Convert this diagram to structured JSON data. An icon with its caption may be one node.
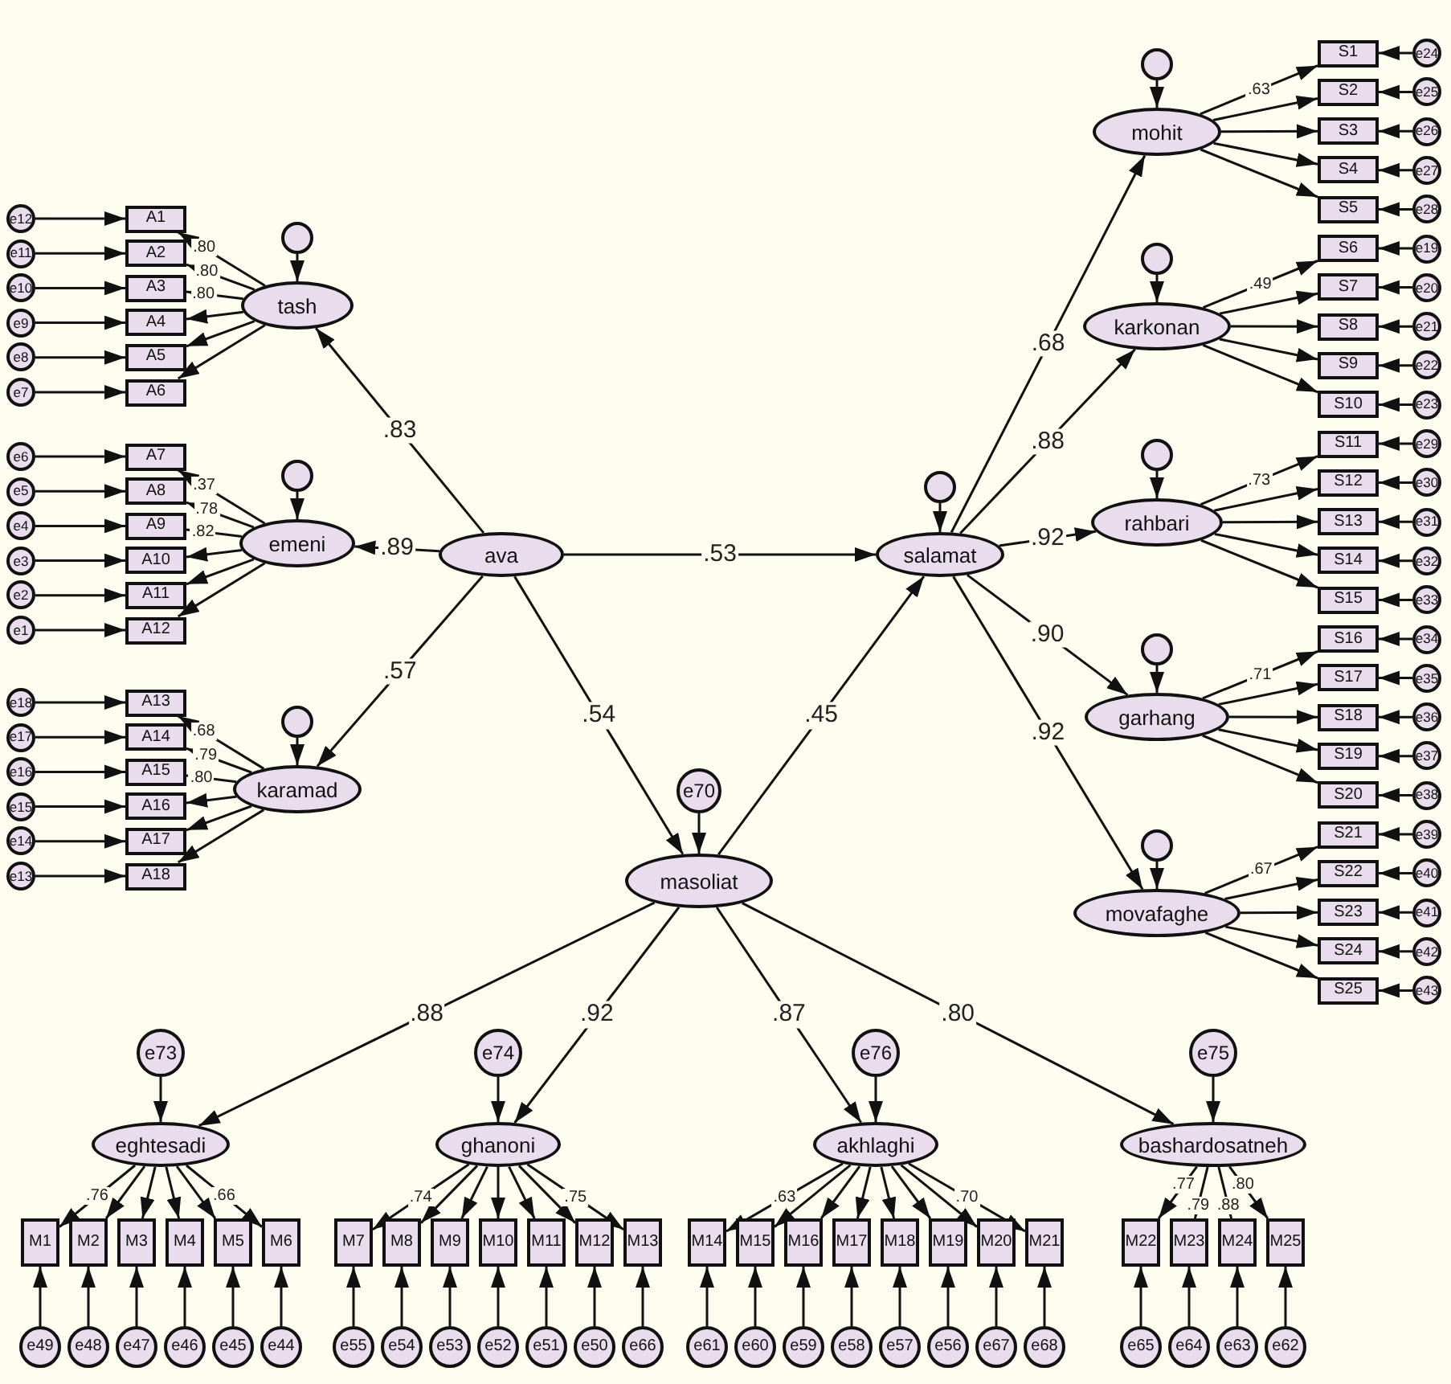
{
  "diagram": {
    "nodes": [
      {
        "text": [
          "tash"
        ]
      },
      {
        "text": [
          "emeni"
        ]
      },
      {
        "text": [
          "karamad"
        ]
      },
      {
        "text": [
          "ava"
        ]
      },
      {
        "text": [
          "salamat"
        ]
      },
      {
        "text": [
          "mohit"
        ]
      },
      {
        "text": [
          "karkonan"
        ]
      },
      {
        "text": [
          "rahbari"
        ]
      },
      {
        "text": [
          "garhang"
        ]
      },
      {
        "text": [
          "movafaghe"
        ]
      },
      {
        "text": [
          "masoliat"
        ]
      },
      {
        "text": [
          "e70"
        ]
      },
      {
        "text": [
          "eghtesadi"
        ]
      },
      {
        "text": [
          "ghanoni"
        ]
      },
      {
        "text": [
          "akhlaghi"
        ]
      },
      {
        "text": [
          "bashardosatneh"
        ]
      },
      {
        "text": [
          "e73"
        ]
      },
      {
        "text": [
          "e74"
        ]
      },
      {
        "text": [
          "e76"
        ]
      },
      {
        "text": [
          "e75"
        ]
      },
      {
        "text": [],
        "shape": "circle"
      },
      {
        "text": [],
        "shape": "circle"
      },
      {
        "text": [],
        "shape": "circle"
      },
      {
        "text": [],
        "shape": "circle"
      },
      {
        "text": [],
        "shape": "circle"
      },
      {
        "text": [],
        "shape": "circle"
      },
      {
        "text": [],
        "shape": "circle"
      },
      {
        "text": [],
        "shape": "circle"
      },
      {
        "text": [],
        "shape": "circle"
      },
      {
        "text": [
          "A1"
        ]
      },
      {
        "text": [
          "A2"
        ]
      },
      {
        "text": [
          "A3"
        ]
      },
      {
        "text": [
          "A4"
        ]
      },
      {
        "text": [
          "A5"
        ]
      },
      {
        "text": [
          "A6"
        ]
      },
      {
        "text": [
          "A7"
        ]
      },
      {
        "text": [
          "A8"
        ]
      },
      {
        "text": [
          "A9"
        ]
      },
      {
        "text": [
          "A10"
        ]
      },
      {
        "text": [
          "A11"
        ]
      },
      {
        "text": [
          "A12"
        ]
      },
      {
        "text": [
          "A13"
        ]
      },
      {
        "text": [
          "A14"
        ]
      },
      {
        "text": [
          "A15"
        ]
      },
      {
        "text": [
          "A16"
        ]
      },
      {
        "text": [
          "A17"
        ]
      },
      {
        "text": [
          "A18"
        ]
      },
      {
        "text": [
          "e12"
        ]
      },
      {
        "text": [
          "e11"
        ]
      },
      {
        "text": [
          "e10"
        ]
      },
      {
        "text": [
          "e9"
        ]
      },
      {
        "text": [
          "e8"
        ]
      },
      {
        "text": [
          "e7"
        ]
      },
      {
        "text": [
          "e6"
        ]
      },
      {
        "text": [
          "e5"
        ]
      },
      {
        "text": [
          "e4"
        ]
      },
      {
        "text": [
          "e3"
        ]
      },
      {
        "text": [
          "e2"
        ]
      },
      {
        "text": [
          "e1"
        ]
      },
      {
        "text": [
          "e18"
        ]
      },
      {
        "text": [
          "e17"
        ]
      },
      {
        "text": [
          "e16"
        ]
      },
      {
        "text": [
          "e15"
        ]
      },
      {
        "text": [
          "e14"
        ]
      },
      {
        "text": [
          "e13"
        ]
      },
      {
        "text": [
          "S1"
        ]
      },
      {
        "text": [
          "S2"
        ]
      },
      {
        "text": [
          "S3"
        ]
      },
      {
        "text": [
          "S4"
        ]
      },
      {
        "text": [
          "S5"
        ]
      },
      {
        "text": [
          "S6"
        ]
      },
      {
        "text": [
          "S7"
        ]
      },
      {
        "text": [
          "S8"
        ]
      },
      {
        "text": [
          "S9"
        ]
      },
      {
        "text": [
          "S10"
        ]
      },
      {
        "text": [
          "S11"
        ]
      },
      {
        "text": [
          "S12"
        ]
      },
      {
        "text": [
          "S13"
        ]
      },
      {
        "text": [
          "S14"
        ]
      },
      {
        "text": [
          "S15"
        ]
      },
      {
        "text": [
          "S16"
        ]
      },
      {
        "text": [
          "S17"
        ]
      },
      {
        "text": [
          "S18"
        ]
      },
      {
        "text": [
          "S19"
        ]
      },
      {
        "text": [
          "S20"
        ]
      },
      {
        "text": [
          "S21"
        ]
      },
      {
        "text": [
          "S22"
        ]
      },
      {
        "text": [
          "S23"
        ]
      },
      {
        "text": [
          "S24"
        ]
      },
      {
        "text": [
          "S25"
        ]
      },
      {
        "text": [
          "e24"
        ]
      },
      {
        "text": [
          "e25"
        ]
      },
      {
        "text": [
          "e26"
        ]
      },
      {
        "text": [
          "e27"
        ]
      },
      {
        "text": [
          "e28"
        ]
      },
      {
        "text": [
          "e19"
        ]
      },
      {
        "text": [
          "e20"
        ]
      },
      {
        "text": [
          "e21"
        ]
      },
      {
        "text": [
          "e22"
        ]
      },
      {
        "text": [
          "e23"
        ]
      },
      {
        "text": [
          "e29"
        ]
      },
      {
        "text": [
          "e30"
        ]
      },
      {
        "text": [
          "e31"
        ]
      },
      {
        "text": [
          "e32"
        ]
      },
      {
        "text": [
          "e33"
        ]
      },
      {
        "text": [
          "e34"
        ]
      },
      {
        "text": [
          "e35"
        ]
      },
      {
        "text": [
          "e36"
        ]
      },
      {
        "text": [
          "e37"
        ]
      },
      {
        "text": [
          "e38"
        ]
      },
      {
        "text": [
          "e39"
        ]
      },
      {
        "text": [
          "e40"
        ]
      },
      {
        "text": [
          "e41"
        ]
      },
      {
        "text": [
          "e42"
        ]
      },
      {
        "text": [
          "e43"
        ]
      },
      {
        "text": [
          "M1"
        ]
      },
      {
        "text": [
          "M2"
        ]
      },
      {
        "text": [
          "M3"
        ]
      },
      {
        "text": [
          "M4"
        ]
      },
      {
        "text": [
          "M5"
        ]
      },
      {
        "text": [
          "M6"
        ]
      },
      {
        "text": [
          "M7"
        ]
      },
      {
        "text": [
          "M8"
        ]
      },
      {
        "text": [
          "M9"
        ]
      },
      {
        "text": [
          "M10"
        ]
      },
      {
        "text": [
          "M11"
        ]
      },
      {
        "text": [
          "M12"
        ]
      },
      {
        "text": [
          "M13"
        ]
      },
      {
        "text": [
          "M14"
        ]
      },
      {
        "text": [
          "M15"
        ]
      },
      {
        "text": [
          "M16"
        ]
      },
      {
        "text": [
          "M17"
        ]
      },
      {
        "text": [
          "M18"
        ]
      },
      {
        "text": [
          "M19"
        ]
      },
      {
        "text": [
          "M20"
        ]
      },
      {
        "text": [
          "M21"
        ]
      },
      {
        "text": [
          "M22"
        ]
      },
      {
        "text": [
          "M23"
        ]
      },
      {
        "text": [
          "M24"
        ]
      },
      {
        "text": [
          "M25"
        ]
      },
      {
        "text": [
          "e49"
        ]
      },
      {
        "text": [
          "e48"
        ]
      },
      {
        "text": [
          "e47"
        ]
      },
      {
        "text": [
          "e46"
        ]
      },
      {
        "text": [
          "e45"
        ]
      },
      {
        "text": [
          "e44"
        ]
      },
      {
        "text": [
          "e55"
        ]
      },
      {
        "text": [
          "e54"
        ]
      },
      {
        "text": [
          "e53"
        ]
      },
      {
        "text": [
          "e52"
        ]
      },
      {
        "text": [
          "e51"
        ]
      },
      {
        "text": [
          "e50"
        ]
      },
      {
        "text": [
          "e66"
        ]
      },
      {
        "text": [
          "e61"
        ]
      },
      {
        "text": [
          "e60"
        ]
      },
      {
        "text": [
          "e59"
        ]
      },
      {
        "text": [
          "e58"
        ]
      },
      {
        "text": [
          "e57"
        ]
      },
      {
        "text": [
          "e56"
        ]
      },
      {
        "text": [
          "e67"
        ]
      },
      {
        "text": [
          "e68"
        ]
      },
      {
        "text": [
          "e65"
        ]
      },
      {
        "text": [
          "e64"
        ]
      },
      {
        "text": [
          "e63"
        ]
      },
      {
        "text": [
          "e62"
        ]
      }
    ],
    "edges": [
      {
        "from": 3,
        "to": 0,
        "arrow": "to",
        "label": ".83"
      },
      {
        "from": 3,
        "to": 1,
        "arrow": "to",
        "label": ".89"
      },
      {
        "from": 3,
        "to": 2,
        "arrow": "to",
        "label": ".57"
      },
      {
        "from": 3,
        "to": 4,
        "arrow": "to",
        "label": ".53"
      },
      {
        "from": 3,
        "to": 10,
        "arrow": "to",
        "label": ".54"
      },
      {
        "from": 10,
        "to": 4,
        "arrow": "to",
        "label": ".45"
      },
      {
        "from": 4,
        "to": 5,
        "arrow": "to",
        "label": ".68"
      },
      {
        "from": 4,
        "to": 6,
        "arrow": "to",
        "label": ".88"
      },
      {
        "from": 4,
        "to": 7,
        "arrow": "to",
        "label": ".92"
      },
      {
        "from": 4,
        "to": 8,
        "arrow": "to",
        "label": ".90"
      },
      {
        "from": 4,
        "to": 9,
        "arrow": "to",
        "label": ".92"
      },
      {
        "from": 10,
        "to": 12,
        "arrow": "to",
        "label": ".88"
      },
      {
        "from": 10,
        "to": 13,
        "arrow": "to",
        "label": ".92"
      },
      {
        "from": 10,
        "to": 14,
        "arrow": "to",
        "label": ".87"
      },
      {
        "from": 10,
        "to": 15,
        "arrow": "to",
        "label": ".80"
      },
      {
        "from": 11,
        "to": 10,
        "arrow": "to"
      },
      {
        "from": 16,
        "to": 12,
        "arrow": "to"
      },
      {
        "from": 17,
        "to": 13,
        "arrow": "to"
      },
      {
        "from": 18,
        "to": 14,
        "arrow": "to"
      },
      {
        "from": 19,
        "to": 15,
        "arrow": "to"
      },
      {
        "from": 20,
        "to": 0,
        "arrow": "to"
      },
      {
        "from": 21,
        "to": 1,
        "arrow": "to"
      },
      {
        "from": 22,
        "to": 2,
        "arrow": "to"
      },
      {
        "from": 23,
        "to": 4,
        "arrow": "to"
      },
      {
        "from": 24,
        "to": 5,
        "arrow": "to"
      },
      {
        "from": 25,
        "to": 6,
        "arrow": "to"
      },
      {
        "from": 26,
        "to": 7,
        "arrow": "to"
      },
      {
        "from": 27,
        "to": 8,
        "arrow": "to"
      },
      {
        "from": 28,
        "to": 9,
        "arrow": "to"
      },
      {
        "from": 0,
        "to": 29,
        "arrow": "to",
        "label": ".80"
      },
      {
        "from": 0,
        "to": 30,
        "arrow": "to",
        "label": ".80"
      },
      {
        "from": 0,
        "to": 31,
        "arrow": "to",
        "label": ".80"
      },
      {
        "from": 0,
        "to": 32,
        "arrow": "to"
      },
      {
        "from": 0,
        "to": 33,
        "arrow": "to"
      },
      {
        "from": 0,
        "to": 34,
        "arrow": "to"
      },
      {
        "from": 1,
        "to": 35,
        "arrow": "to",
        "label": ".37"
      },
      {
        "from": 1,
        "to": 36,
        "arrow": "to",
        "label": ".78"
      },
      {
        "from": 1,
        "to": 37,
        "arrow": "to",
        "label": ".82"
      },
      {
        "from": 1,
        "to": 38,
        "arrow": "to"
      },
      {
        "from": 1,
        "to": 39,
        "arrow": "to"
      },
      {
        "from": 1,
        "to": 40,
        "arrow": "to"
      },
      {
        "from": 2,
        "to": 41,
        "arrow": "to",
        "label": ".68"
      },
      {
        "from": 2,
        "to": 42,
        "arrow": "to",
        "label": ".79"
      },
      {
        "from": 2,
        "to": 43,
        "arrow": "to",
        "label": ".80"
      },
      {
        "from": 2,
        "to": 44,
        "arrow": "to"
      },
      {
        "from": 2,
        "to": 45,
        "arrow": "to"
      },
      {
        "from": 2,
        "to": 46,
        "arrow": "to"
      },
      {
        "from": 47,
        "to": 29,
        "arrow": "to"
      },
      {
        "from": 48,
        "to": 30,
        "arrow": "to"
      },
      {
        "from": 49,
        "to": 31,
        "arrow": "to"
      },
      {
        "from": 50,
        "to": 32,
        "arrow": "to"
      },
      {
        "from": 51,
        "to": 33,
        "arrow": "to"
      },
      {
        "from": 52,
        "to": 34,
        "arrow": "to"
      },
      {
        "from": 53,
        "to": 35,
        "arrow": "to"
      },
      {
        "from": 54,
        "to": 36,
        "arrow": "to"
      },
      {
        "from": 55,
        "to": 37,
        "arrow": "to"
      },
      {
        "from": 56,
        "to": 38,
        "arrow": "to"
      },
      {
        "from": 57,
        "to": 39,
        "arrow": "to"
      },
      {
        "from": 58,
        "to": 40,
        "arrow": "to"
      },
      {
        "from": 59,
        "to": 41,
        "arrow": "to"
      },
      {
        "from": 60,
        "to": 42,
        "arrow": "to"
      },
      {
        "from": 61,
        "to": 43,
        "arrow": "to"
      },
      {
        "from": 62,
        "to": 44,
        "arrow": "to"
      },
      {
        "from": 63,
        "to": 45,
        "arrow": "to"
      },
      {
        "from": 64,
        "to": 46,
        "arrow": "to"
      },
      {
        "from": 5,
        "to": 65,
        "arrow": "to",
        "label": ".63"
      },
      {
        "from": 5,
        "to": 66,
        "arrow": "to"
      },
      {
        "from": 5,
        "to": 67,
        "arrow": "to"
      },
      {
        "from": 5,
        "to": 68,
        "arrow": "to"
      },
      {
        "from": 5,
        "to": 69,
        "arrow": "to"
      },
      {
        "from": 6,
        "to": 70,
        "arrow": "to",
        "label": ".49"
      },
      {
        "from": 6,
        "to": 71,
        "arrow": "to"
      },
      {
        "from": 6,
        "to": 72,
        "arrow": "to"
      },
      {
        "from": 6,
        "to": 73,
        "arrow": "to"
      },
      {
        "from": 6,
        "to": 74,
        "arrow": "to"
      },
      {
        "from": 7,
        "to": 75,
        "arrow": "to",
        "label": ".73"
      },
      {
        "from": 7,
        "to": 76,
        "arrow": "to"
      },
      {
        "from": 7,
        "to": 77,
        "arrow": "to"
      },
      {
        "from": 7,
        "to": 78,
        "arrow": "to"
      },
      {
        "from": 7,
        "to": 79,
        "arrow": "to"
      },
      {
        "from": 8,
        "to": 80,
        "arrow": "to",
        "label": ".71"
      },
      {
        "from": 8,
        "to": 81,
        "arrow": "to"
      },
      {
        "from": 8,
        "to": 82,
        "arrow": "to"
      },
      {
        "from": 8,
        "to": 83,
        "arrow": "to"
      },
      {
        "from": 8,
        "to": 84,
        "arrow": "to"
      },
      {
        "from": 9,
        "to": 85,
        "arrow": "to",
        "label": ".67"
      },
      {
        "from": 9,
        "to": 86,
        "arrow": "to"
      },
      {
        "from": 9,
        "to": 87,
        "arrow": "to"
      },
      {
        "from": 9,
        "to": 88,
        "arrow": "to"
      },
      {
        "from": 9,
        "to": 89,
        "arrow": "to"
      },
      {
        "from": 90,
        "to": 65,
        "arrow": "to"
      },
      {
        "from": 91,
        "to": 66,
        "arrow": "to"
      },
      {
        "from": 92,
        "to": 67,
        "arrow": "to"
      },
      {
        "from": 93,
        "to": 68,
        "arrow": "to"
      },
      {
        "from": 94,
        "to": 69,
        "arrow": "to"
      },
      {
        "from": 95,
        "to": 70,
        "arrow": "to"
      },
      {
        "from": 96,
        "to": 71,
        "arrow": "to"
      },
      {
        "from": 97,
        "to": 72,
        "arrow": "to"
      },
      {
        "from": 98,
        "to": 73,
        "arrow": "to"
      },
      {
        "from": 99,
        "to": 74,
        "arrow": "to"
      },
      {
        "from": 100,
        "to": 75,
        "arrow": "to"
      },
      {
        "from": 101,
        "to": 76,
        "arrow": "to"
      },
      {
        "from": 102,
        "to": 77,
        "arrow": "to"
      },
      {
        "from": 103,
        "to": 78,
        "arrow": "to"
      },
      {
        "from": 104,
        "to": 79,
        "arrow": "to"
      },
      {
        "from": 105,
        "to": 80,
        "arrow": "to"
      },
      {
        "from": 106,
        "to": 81,
        "arrow": "to"
      },
      {
        "from": 107,
        "to": 82,
        "arrow": "to"
      },
      {
        "from": 108,
        "to": 83,
        "arrow": "to"
      },
      {
        "from": 109,
        "to": 84,
        "arrow": "to"
      },
      {
        "from": 110,
        "to": 85,
        "arrow": "to"
      },
      {
        "from": 111,
        "to": 86,
        "arrow": "to"
      },
      {
        "from": 112,
        "to": 87,
        "arrow": "to"
      },
      {
        "from": 113,
        "to": 88,
        "arrow": "to"
      },
      {
        "from": 114,
        "to": 89,
        "arrow": "to"
      },
      {
        "from": 12,
        "to": 115,
        "arrow": "to",
        "label": ".76"
      },
      {
        "from": 12,
        "to": 116,
        "arrow": "to"
      },
      {
        "from": 12,
        "to": 117,
        "arrow": "to"
      },
      {
        "from": 12,
        "to": 118,
        "arrow": "to"
      },
      {
        "from": 12,
        "to": 119,
        "arrow": "to"
      },
      {
        "from": 12,
        "to": 120,
        "arrow": "to",
        "label": ".66"
      },
      {
        "from": 13,
        "to": 121,
        "arrow": "to",
        "label": ".74"
      },
      {
        "from": 13,
        "to": 122,
        "arrow": "to"
      },
      {
        "from": 13,
        "to": 123,
        "arrow": "to"
      },
      {
        "from": 13,
        "to": 124,
        "arrow": "to"
      },
      {
        "from": 13,
        "to": 125,
        "arrow": "to"
      },
      {
        "from": 13,
        "to": 126,
        "arrow": "to"
      },
      {
        "from": 13,
        "to": 127,
        "arrow": "to",
        "label": ".75"
      },
      {
        "from": 14,
        "to": 128,
        "arrow": "to",
        "label": ".63"
      },
      {
        "from": 14,
        "to": 129,
        "arrow": "to"
      },
      {
        "from": 14,
        "to": 130,
        "arrow": "to"
      },
      {
        "from": 14,
        "to": 131,
        "arrow": "to"
      },
      {
        "from": 14,
        "to": 132,
        "arrow": "to"
      },
      {
        "from": 14,
        "to": 133,
        "arrow": "to"
      },
      {
        "from": 14,
        "to": 134,
        "arrow": "to"
      },
      {
        "from": 14,
        "to": 135,
        "arrow": "to",
        "label": ".70"
      },
      {
        "from": 15,
        "to": 136,
        "arrow": "to",
        "label": ".77"
      },
      {
        "from": 15,
        "to": 137,
        "arrow": "to",
        "label": ".79"
      },
      {
        "from": 15,
        "to": 138,
        "arrow": "to",
        "label": ".88"
      },
      {
        "from": 15,
        "to": 139,
        "arrow": "to",
        "label": ".80"
      },
      {
        "from": 140,
        "to": 115,
        "arrow": "to"
      },
      {
        "from": 141,
        "to": 116,
        "arrow": "to"
      },
      {
        "from": 142,
        "to": 117,
        "arrow": "to"
      },
      {
        "from": 143,
        "to": 118,
        "arrow": "to"
      },
      {
        "from": 144,
        "to": 119,
        "arrow": "to"
      },
      {
        "from": 145,
        "to": 120,
        "arrow": "to"
      },
      {
        "from": 146,
        "to": 121,
        "arrow": "to"
      },
      {
        "from": 147,
        "to": 122,
        "arrow": "to"
      },
      {
        "from": 148,
        "to": 123,
        "arrow": "to"
      },
      {
        "from": 149,
        "to": 124,
        "arrow": "to"
      },
      {
        "from": 150,
        "to": 125,
        "arrow": "to"
      },
      {
        "from": 151,
        "to": 126,
        "arrow": "to"
      },
      {
        "from": 152,
        "to": 127,
        "arrow": "to"
      },
      {
        "from": 153,
        "to": 128,
        "arrow": "to"
      },
      {
        "from": 154,
        "to": 129,
        "arrow": "to"
      },
      {
        "from": 155,
        "to": 130,
        "arrow": "to"
      },
      {
        "from": 156,
        "to": 131,
        "arrow": "to"
      },
      {
        "from": 157,
        "to": 132,
        "arrow": "to"
      },
      {
        "from": 158,
        "to": 133,
        "arrow": "to"
      },
      {
        "from": 159,
        "to": 134,
        "arrow": "to"
      },
      {
        "from": 160,
        "to": 135,
        "arrow": "to"
      },
      {
        "from": 161,
        "to": 136,
        "arrow": "to"
      },
      {
        "from": 162,
        "to": 137,
        "arrow": "to"
      },
      {
        "from": 163,
        "to": 138,
        "arrow": "to"
      },
      {
        "from": 164,
        "to": 139,
        "arrow": "to"
      }
    ]
  }
}
